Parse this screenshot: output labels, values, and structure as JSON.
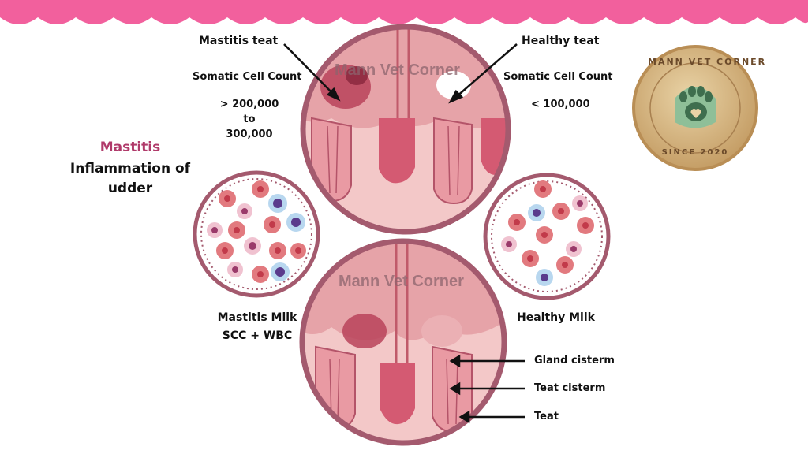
{
  "colors": {
    "accent_pink": "#f2609d",
    "ring": "#a45a6e",
    "tissue": "#e8a6aa",
    "tissue_dark": "#c6596c",
    "mastitis_title": "#b03a6a",
    "coin_gold": "#d2b07a"
  },
  "labels": {
    "mastitis_teat": "Mastitis teat",
    "healthy_teat": "Healthy teat",
    "scc_left_title": "Somatic Cell Count",
    "scc_left_line1": "> 200,000",
    "scc_left_line2": "to",
    "scc_left_line3": "300,000",
    "scc_right_title": "Somatic Cell Count",
    "scc_right_value": "< 100,000",
    "mastitis_title": "Mastitis",
    "inflammation_line1": "Inflammation of",
    "inflammation_line2": "udder",
    "mastitis_milk_line1": "Mastitis Milk",
    "mastitis_milk_line2": "SCC + WBC",
    "healthy_milk": "Healthy Milk",
    "gland_cistern": "Gland cisterm",
    "teat_cistern": "Teat cisterm",
    "teat": "Teat"
  },
  "watermark": {
    "top": "Mann Vet Corner",
    "bottom": "Mann Vet Corner"
  },
  "logo": {
    "name": "MANN VET CORNER",
    "since": "SINCE 2020",
    "icon": "paw-heart-icon"
  }
}
